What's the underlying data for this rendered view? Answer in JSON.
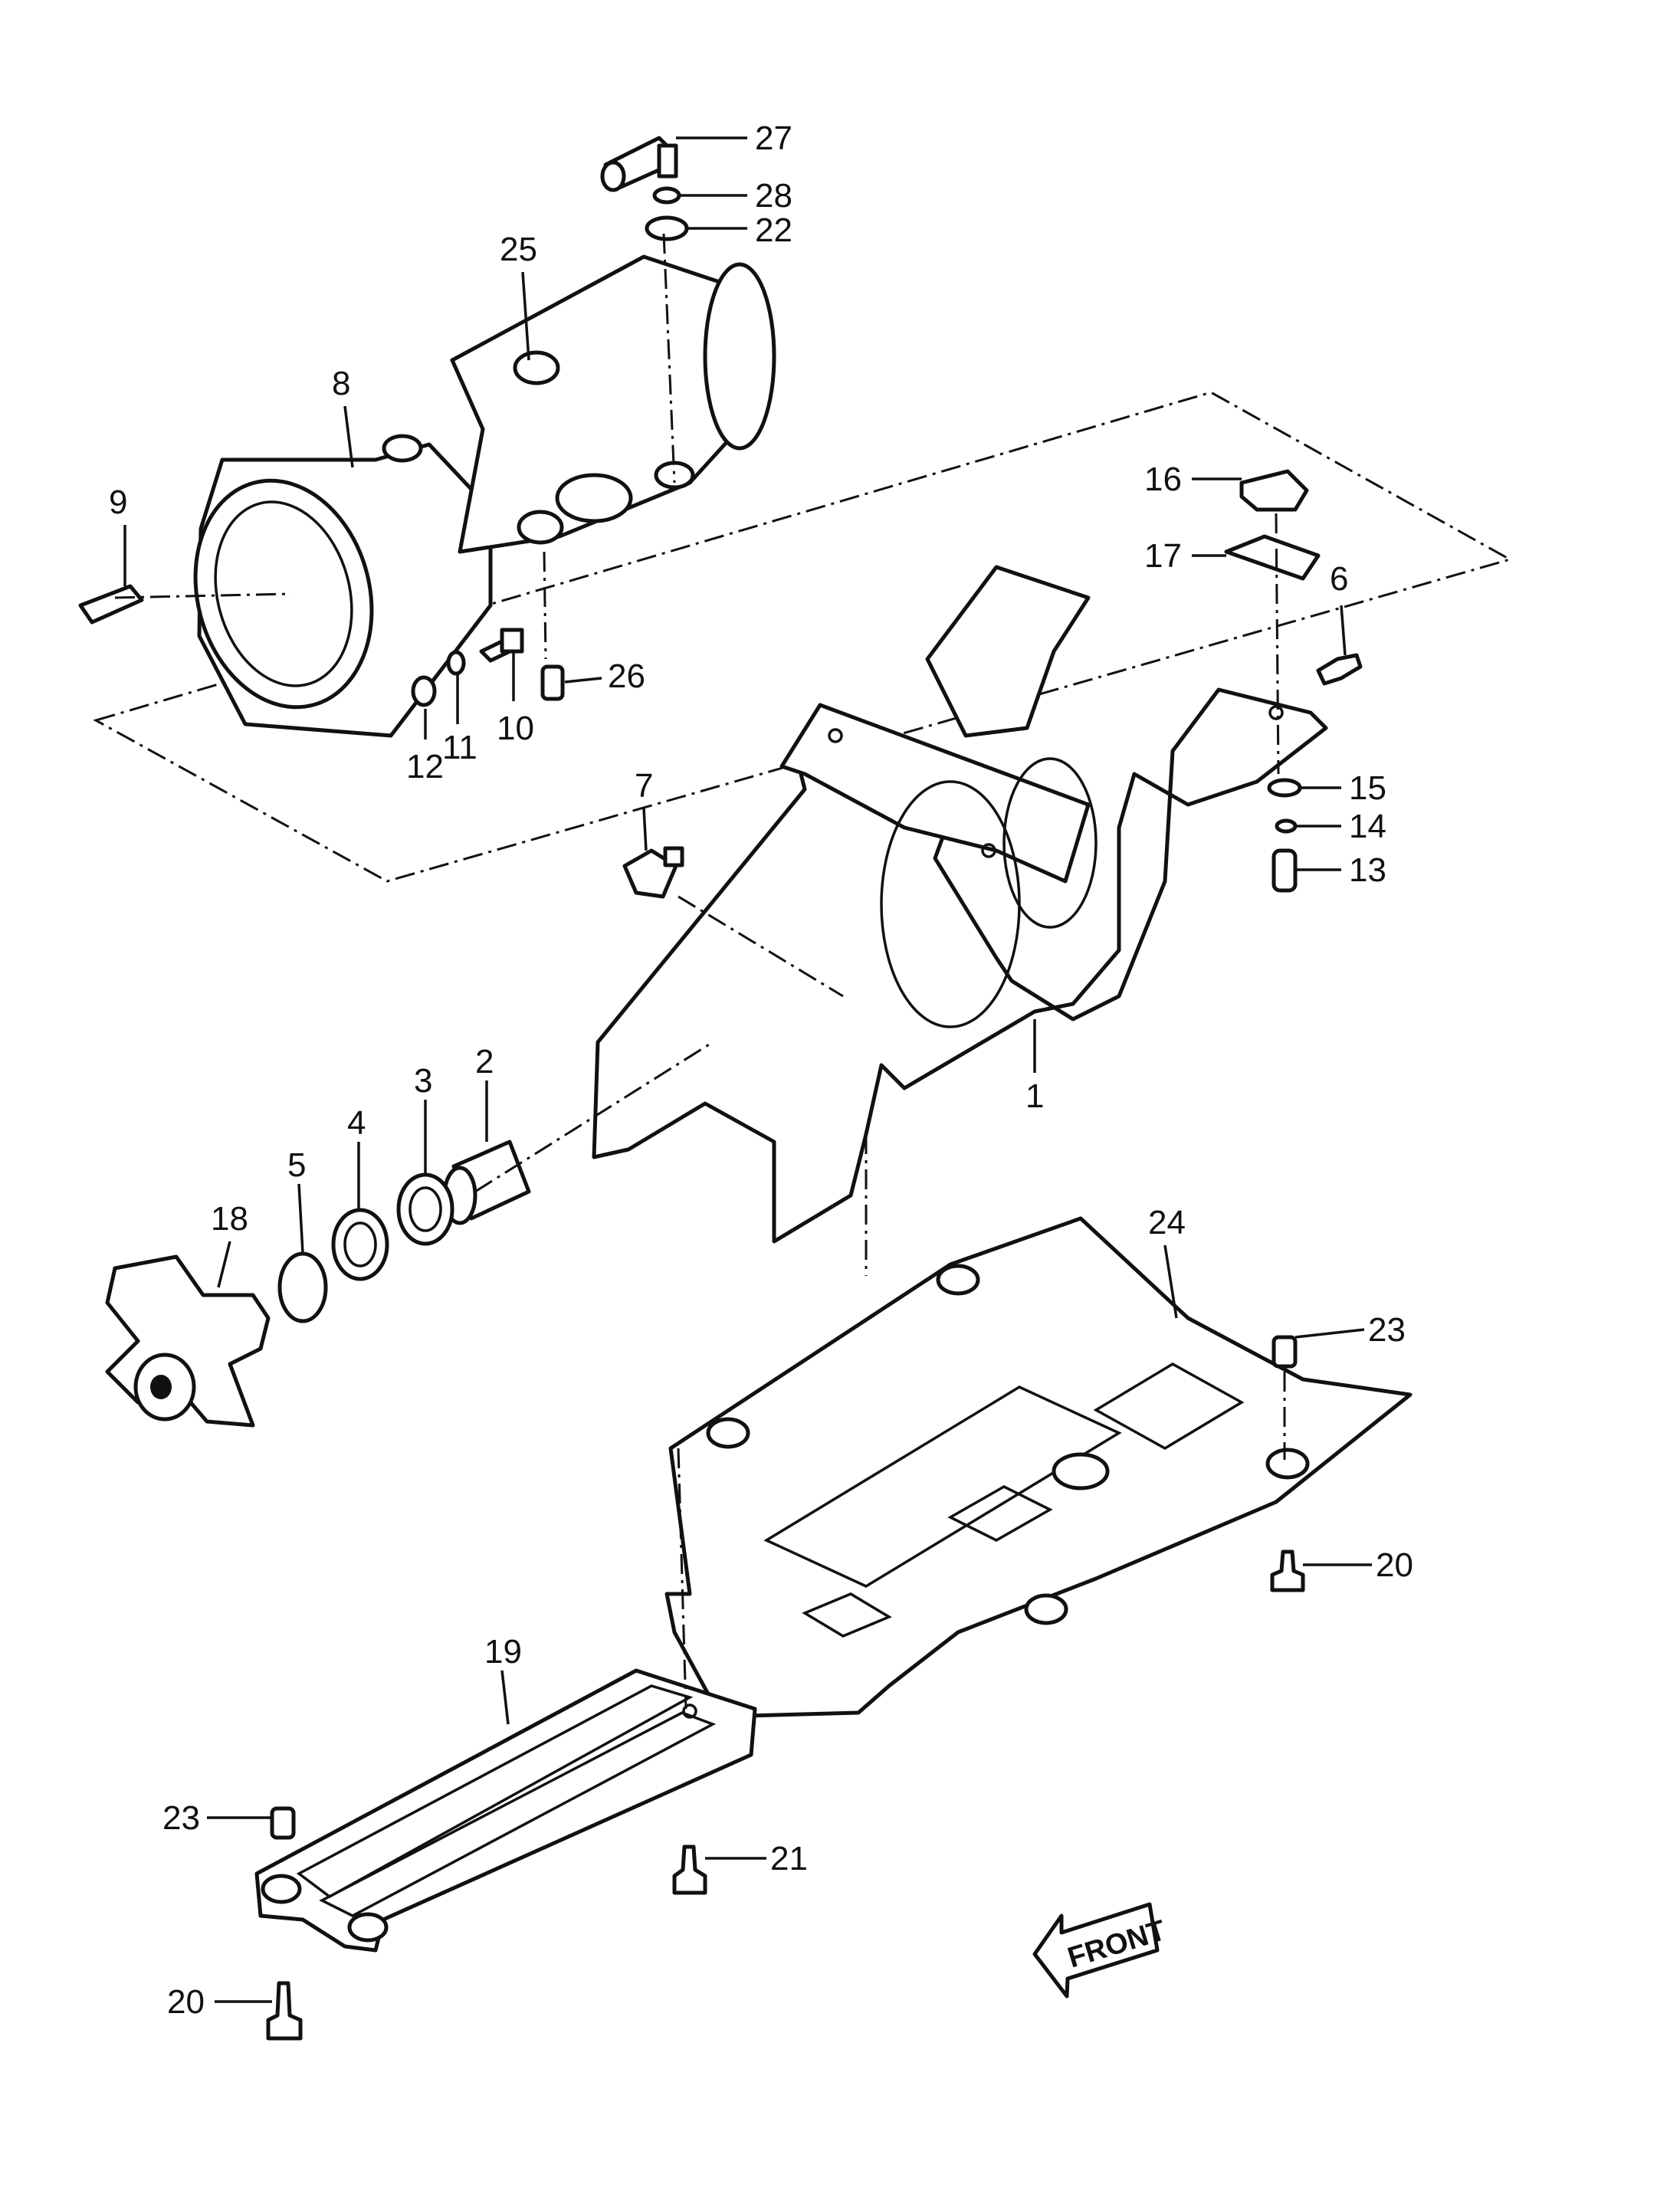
{
  "callouts": [
    {
      "id": "1",
      "label": "1"
    },
    {
      "id": "2",
      "label": "2"
    },
    {
      "id": "3",
      "label": "3"
    },
    {
      "id": "4",
      "label": "4"
    },
    {
      "id": "5",
      "label": "5"
    },
    {
      "id": "6",
      "label": "6"
    },
    {
      "id": "7",
      "label": "7"
    },
    {
      "id": "8",
      "label": "8"
    },
    {
      "id": "9",
      "label": "9"
    },
    {
      "id": "10",
      "label": "10"
    },
    {
      "id": "11",
      "label": "11"
    },
    {
      "id": "12",
      "label": "12"
    },
    {
      "id": "13",
      "label": "13"
    },
    {
      "id": "14",
      "label": "14"
    },
    {
      "id": "15",
      "label": "15"
    },
    {
      "id": "16",
      "label": "16"
    },
    {
      "id": "17",
      "label": "17"
    },
    {
      "id": "18",
      "label": "18"
    },
    {
      "id": "19",
      "label": "19"
    },
    {
      "id": "20",
      "label": "20"
    },
    {
      "id": "20b",
      "label": "20"
    },
    {
      "id": "21",
      "label": "21"
    },
    {
      "id": "22",
      "label": "22"
    },
    {
      "id": "23",
      "label": "23"
    },
    {
      "id": "23b",
      "label": "23"
    },
    {
      "id": "24",
      "label": "24"
    },
    {
      "id": "25",
      "label": "25"
    },
    {
      "id": "26",
      "label": "26"
    },
    {
      "id": "27",
      "label": "27"
    },
    {
      "id": "28",
      "label": "28"
    }
  ],
  "direction_arrow": {
    "label": "FRONT"
  }
}
